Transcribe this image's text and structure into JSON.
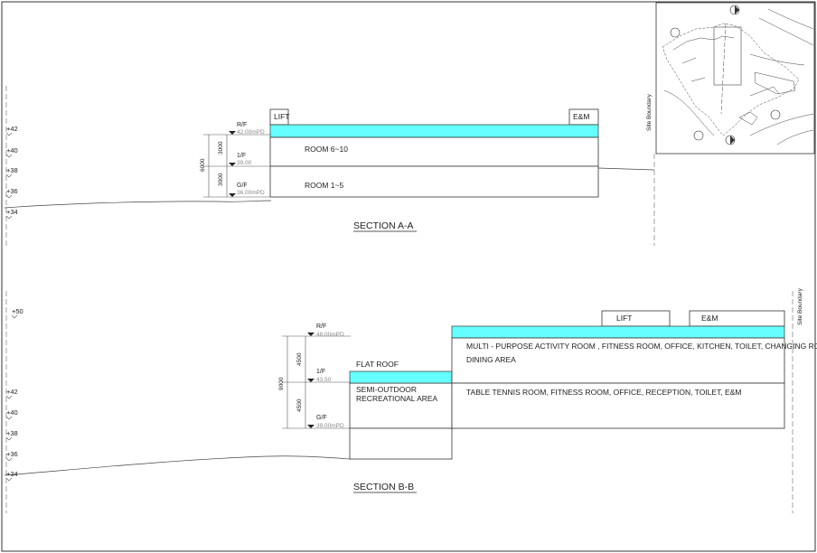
{
  "site_plan": {
    "label": "Site Boundary"
  },
  "section_a": {
    "title": "SECTION A-A",
    "rooftop": {
      "left": "LIFT",
      "right": "E&M"
    },
    "floors": {
      "upper": "ROOM 6~10",
      "lower": "ROOM 1~5"
    },
    "levels": [
      {
        "name": "R/F",
        "value": "42.00mPD"
      },
      {
        "name": "1/F",
        "value": "39.00"
      },
      {
        "name": "G/F",
        "value": "36.00mPD"
      }
    ],
    "dimensions": {
      "total": "6000",
      "upper": "3000",
      "lower": "3000"
    },
    "rl_marks": [
      "+42",
      "+40",
      "+38",
      "+36",
      "+34"
    ]
  },
  "section_b": {
    "title": "SECTION B-B",
    "rooftop": {
      "left": "LIFT",
      "right": "E&M"
    },
    "flat_roof": "FLAT ROOF",
    "semi_outdoor": {
      "line1": "SEMI-OUTDOOR",
      "line2": "RECREATIONAL AREA"
    },
    "floors": {
      "upper_line1": "MULTI - PURPOSE ACTIVITY ROOM , FITNESS ROOM, OFFICE, KITCHEN, TOILET, CHANGING ROOMS",
      "upper_line2": "DINING AREA",
      "lower": "TABLE TENNIS ROOM, FITNESS ROOM, OFFICE, RECEPTION, TOILET, E&M"
    },
    "levels": [
      {
        "name": "R/F",
        "value": "48.00mPD"
      },
      {
        "name": "1/F",
        "value": "43.50"
      },
      {
        "name": "G/F",
        "value": "39.00mPD"
      }
    ],
    "dimensions": {
      "total": "9000",
      "upper": "4500",
      "lower": "4500"
    },
    "rl_marks": [
      "+50",
      "+42",
      "+40",
      "+38",
      "+36",
      "+34"
    ],
    "boundary_label": "Site Boundary"
  },
  "colors": {
    "roof_fill": "#66ffff",
    "line": "#333333"
  }
}
